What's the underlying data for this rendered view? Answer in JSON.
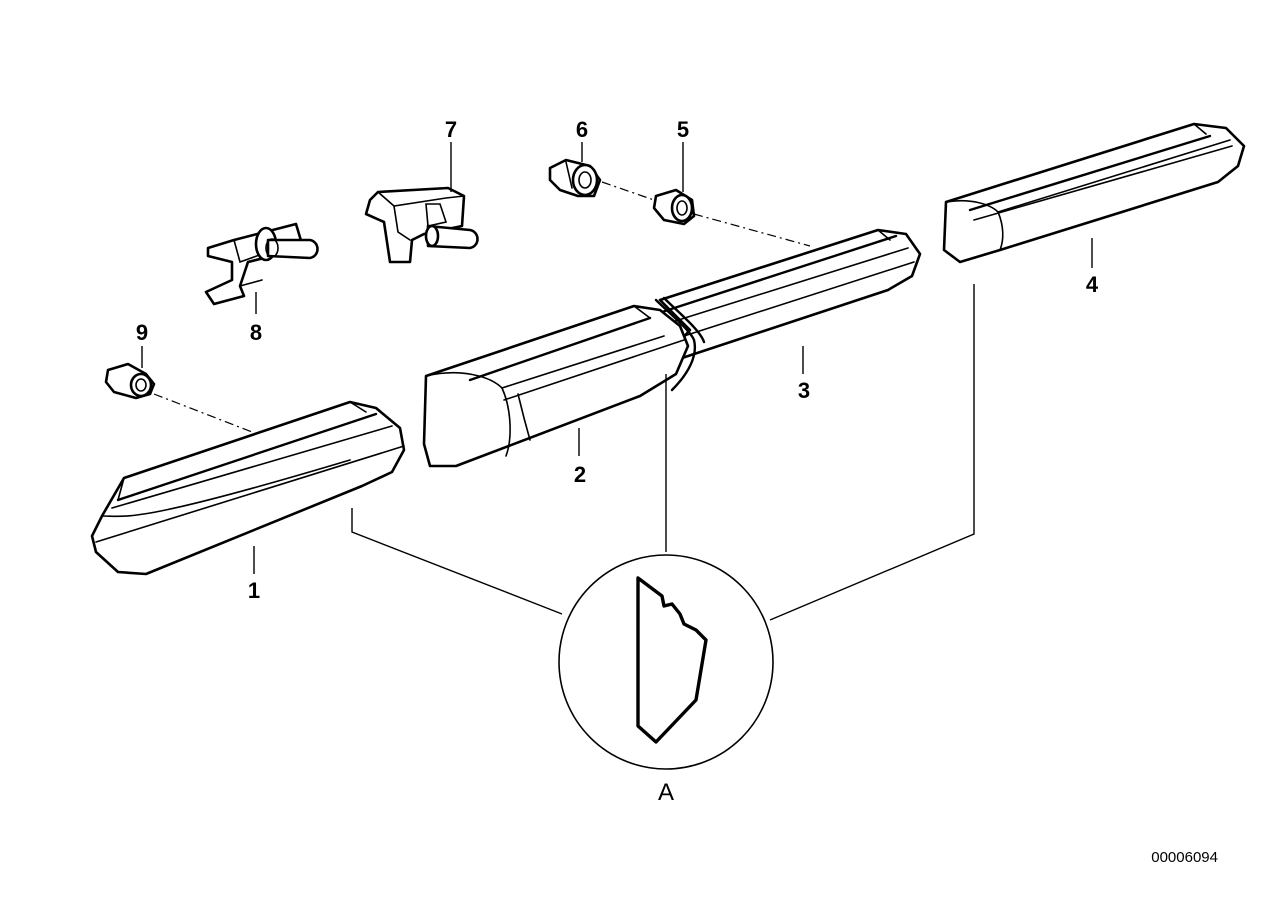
{
  "parts": {
    "p1": "1",
    "p2": "2",
    "p3": "3",
    "p4": "4",
    "p5": "5",
    "p6": "6",
    "p7": "7",
    "p8": "8",
    "p9": "9"
  },
  "detail": {
    "label": "A"
  },
  "drawing_number": "00006094"
}
